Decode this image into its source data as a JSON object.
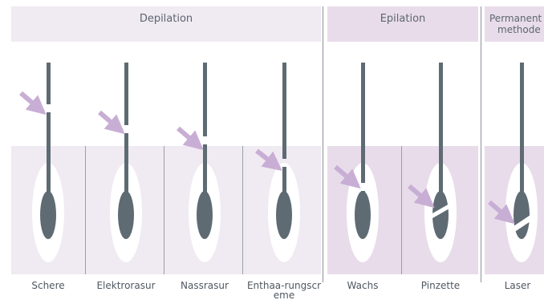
{
  "headers": {
    "depilation": "Depilation",
    "epilation": "Epilation",
    "permanent_line1": "Permanent",
    "permanent_line2": "methode"
  },
  "columns": [
    {
      "label": "Schere"
    },
    {
      "label": "Elektrorasur"
    },
    {
      "label": "Nassrasur"
    },
    {
      "label": "Enthaa-rungscreme"
    },
    {
      "label": "Wachs"
    },
    {
      "label": "Pinzette"
    },
    {
      "label": "Laser"
    }
  ],
  "colors": {
    "hair": "#5e6b73",
    "arrow": "#c8aed4",
    "light_panel": "#f0eaf2",
    "mid_panel": "#e8dcea"
  }
}
